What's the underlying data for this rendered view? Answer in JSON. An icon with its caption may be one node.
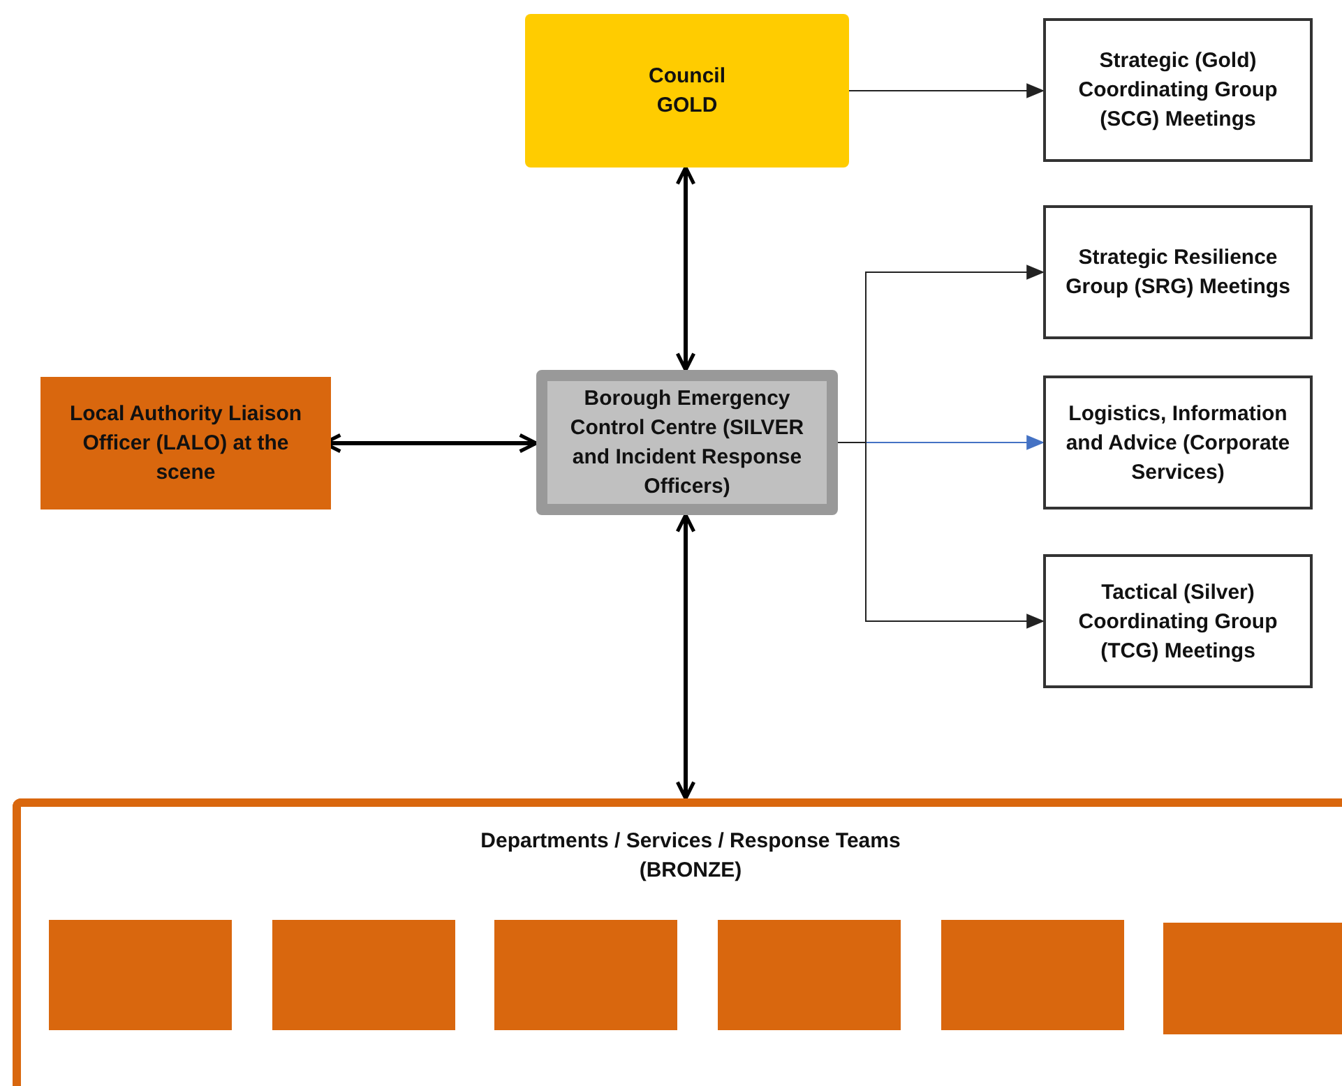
{
  "diagram": {
    "nodes": [
      {
        "text": [
          "Council GOLD"
        ]
      },
      {
        "text": [
          "Strategic (Gold) Coordinating Group (SCG) Meetings"
        ]
      },
      {
        "text": [
          "Strategic Resilience Group (SRG) Meetings"
        ]
      },
      {
        "text": [
          "Logistics, Information and Advice (Corporate Services)"
        ]
      },
      {
        "text": [
          "Tactical (Silver) Coordinating Group (TCG) Meetings"
        ]
      },
      {
        "text": [
          "Local Authority Liaison Officer (LALO) at the scene"
        ]
      },
      {
        "text": [
          "Borough Emergency Control Centre (SILVER and Incident Response Officers)"
        ]
      },
      {
        "text": [
          "Departments / Services / Response Teams (BRONZE)"
        ]
      },
      {
        "text": [],
        "shape": "box",
        "in": 7
      },
      {
        "text": [],
        "shape": "box",
        "in": 7
      },
      {
        "text": [],
        "shape": "box",
        "in": 7
      },
      {
        "text": [],
        "shape": "box",
        "in": 7
      },
      {
        "text": [],
        "shape": "box",
        "in": 7
      },
      {
        "text": [],
        "shape": "box",
        "in": 7
      }
    ],
    "edges": [
      {
        "from": 0,
        "to": 1,
        "arrow": "to"
      },
      {
        "from": 0,
        "to": 6,
        "arrow": "both",
        "style": "thick"
      },
      {
        "from": 5,
        "to": 6,
        "arrow": "both",
        "style": "thick"
      },
      {
        "from": 6,
        "to": 2,
        "arrow": "to"
      },
      {
        "from": 6,
        "to": 3,
        "arrow": "to",
        "color": "#4472c4"
      },
      {
        "from": 6,
        "to": 4,
        "arrow": "to"
      },
      {
        "from": 6,
        "to": 7,
        "arrow": "both",
        "style": "thick"
      }
    ]
  }
}
